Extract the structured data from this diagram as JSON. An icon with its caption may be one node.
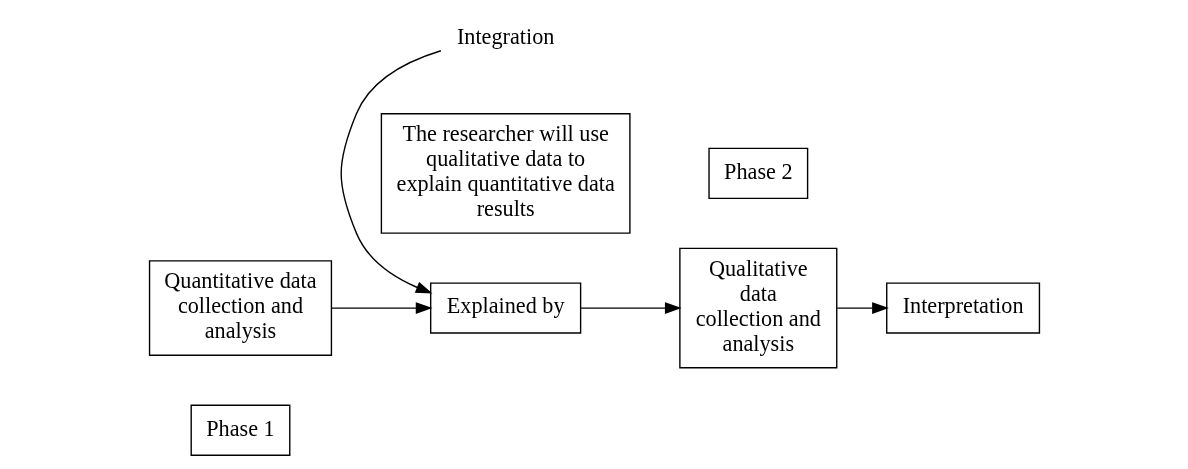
{
  "diagram": {
    "nodes": [
      {
        "text": [
          "Phase 1"
        ]
      },
      {
        "text": [
          "Quantitative data collection and analysis"
        ]
      },
      {
        "text": [
          "Explained by"
        ]
      },
      {
        "text": [
          "Phase 2"
        ]
      },
      {
        "text": [
          "Qualitative data collection and analysis"
        ]
      },
      {
        "text": [
          "Interpretation"
        ]
      },
      {
        "text": [
          "Integration"
        ]
      },
      {
        "text": [
          "The researcher will use qualitative data to explain quantitative data results"
        ]
      }
    ],
    "edges": [
      {
        "from": 1,
        "to": 2,
        "arrow": "to"
      },
      {
        "from": 2,
        "to": 4,
        "arrow": "to"
      },
      {
        "from": 4,
        "to": 5,
        "arrow": "to"
      },
      {
        "from": 6,
        "to": 2,
        "arrow": "to"
      }
    ]
  }
}
